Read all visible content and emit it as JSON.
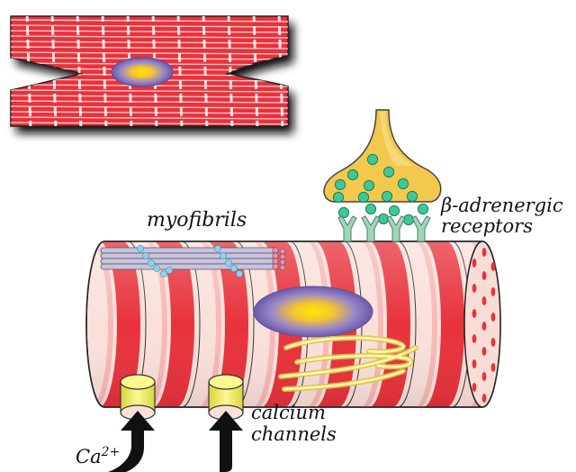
{
  "labels": {
    "myofibrils": "myofibrils",
    "beta_receptors_line1": "β-adrenergic",
    "beta_receptors_line2": "receptors",
    "calcium_channels_line1": "calcium",
    "calcium_channels_line2": "channels",
    "ion_symbol": "Ca",
    "ion_charge": "2+"
  },
  "colors": {
    "sarcomere_red": "#e8323c",
    "sarcomere_pink": "#f8c8c0",
    "nucleus_purple": "#7e6fb8",
    "nucleus_yellow": "#f5d400",
    "vesicle_green": "#3ec897",
    "terminal_yellow": "#f2c94c",
    "receptor_green": "#9fd6b8",
    "channel_yellow": "#f4f06a"
  },
  "icons": {
    "cell_top": "cardiomyocyte-icon",
    "nerve_terminal": "nerve-terminal-icon",
    "channel": "calcium-channel-icon",
    "arrow": "up-arrow-icon"
  }
}
